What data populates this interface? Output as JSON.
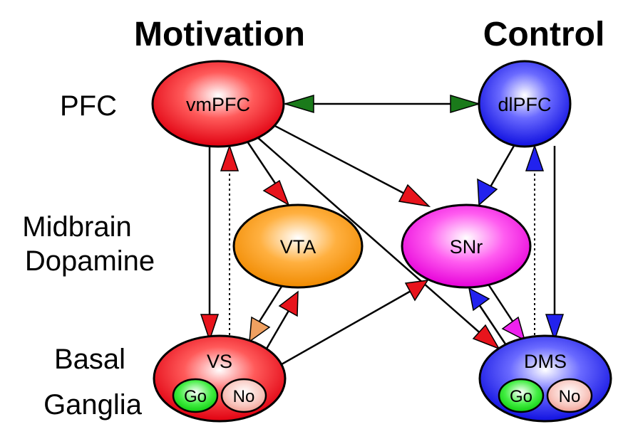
{
  "columns": {
    "left_title": "Motivation",
    "right_title": "Control"
  },
  "row_labels": {
    "pfc": "PFC",
    "midbrain_line1": "Midbrain",
    "midbrain_line2": "Dopamine",
    "bg_line1": "Basal",
    "bg_line2": "Ganglia"
  },
  "nodes": {
    "vmpfc": "vmPFC",
    "dlpfc": "dlPFC",
    "vta": "VTA",
    "snr": "SNr",
    "vs": "VS",
    "dms": "DMS",
    "vs_go": "Go",
    "vs_no": "No",
    "dms_go": "Go",
    "dms_no": "No"
  },
  "colors": {
    "red_node": "#e8141c",
    "blue_node": "#2222ee",
    "orange_node": "#f59a1c",
    "magenta_node": "#ee22dd",
    "go": "#22dd22",
    "no": "#f5b0a8",
    "arrow_red": "#e8141c",
    "arrow_blue": "#2222ee",
    "arrow_green": "#1a7a1a",
    "arrow_orange": "#f0a060",
    "arrow_magenta": "#ee22ee"
  }
}
